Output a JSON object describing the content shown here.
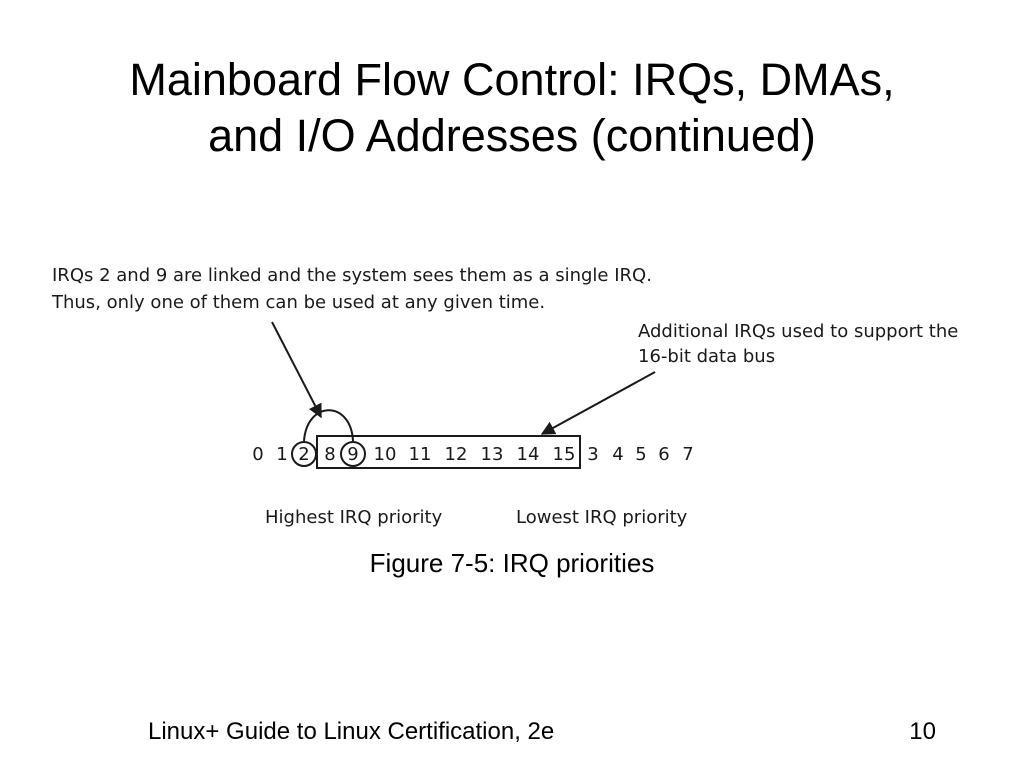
{
  "slide": {
    "title_line1": "Mainboard Flow Control: IRQs, DMAs,",
    "title_line2": "and I/O Addresses (continued)",
    "caption": "Figure 7-5: IRQ priorities",
    "footer": "Linux+ Guide to Linux Certification, 2e",
    "page_number": "10"
  },
  "figure": {
    "note_linked_line1": "IRQs 2 and 9 are linked and the system sees them as a single IRQ.",
    "note_linked_line2": "Thus, only one of them can be used at any given time.",
    "note_additional_line1": "Additional IRQs used to support the",
    "note_additional_line2": "16-bit data bus",
    "irq_order": [
      "0",
      "1",
      "2",
      "8",
      "9",
      "10",
      "11",
      "12",
      "13",
      "14",
      "15",
      "3",
      "4",
      "5",
      "6",
      "7"
    ],
    "circled_irqs": [
      "2",
      "9"
    ],
    "boxed_irqs": [
      "8",
      "9",
      "10",
      "11",
      "12",
      "13",
      "14",
      "15"
    ],
    "highest_label": "Highest IRQ priority",
    "lowest_label": "Lowest IRQ priority"
  }
}
